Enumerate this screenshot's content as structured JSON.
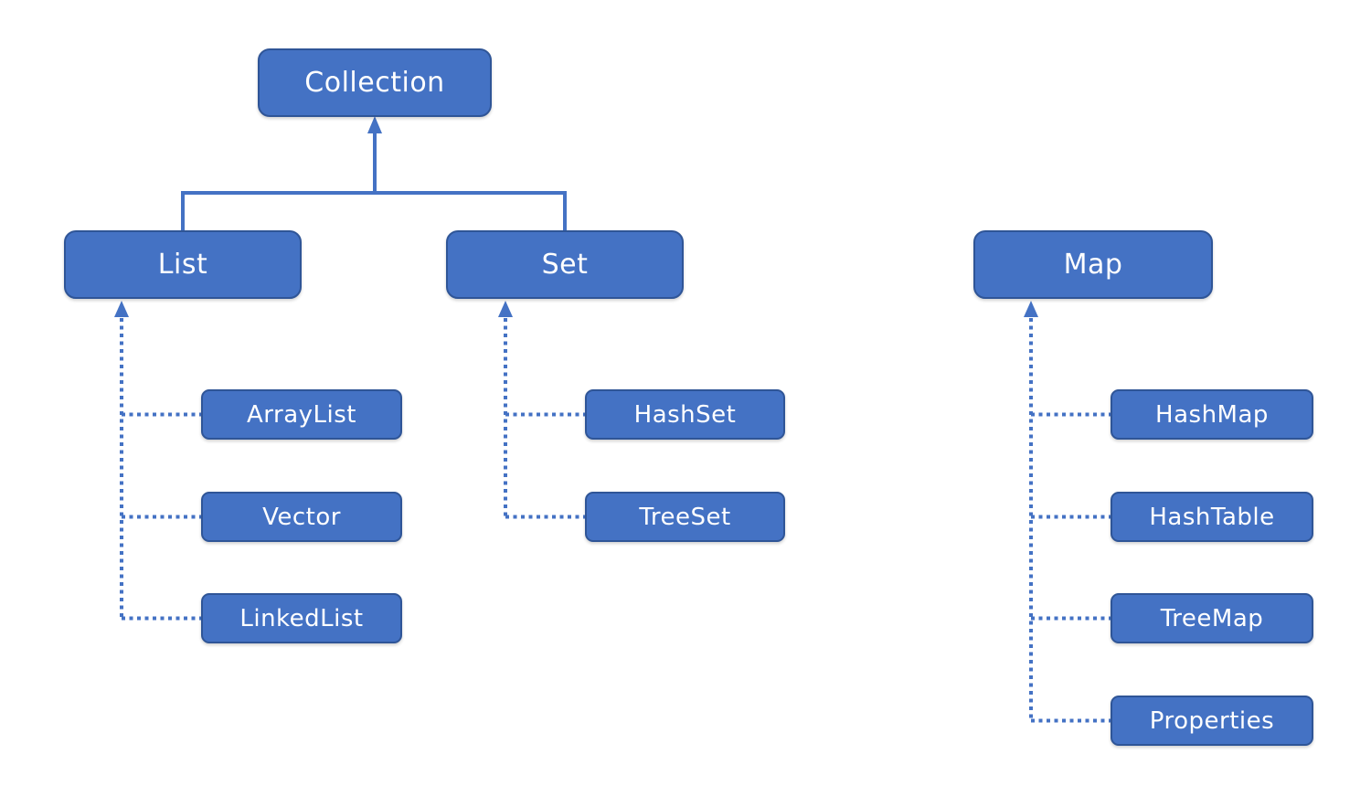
{
  "nodes": {
    "collection": {
      "label": "Collection"
    },
    "list": {
      "label": "List"
    },
    "set": {
      "label": "Set"
    },
    "map": {
      "label": "Map"
    },
    "arraylist": {
      "label": "ArrayList"
    },
    "vector": {
      "label": "Vector"
    },
    "linkedlist": {
      "label": "LinkedList"
    },
    "hashset": {
      "label": "HashSet"
    },
    "treeset": {
      "label": "TreeSet"
    },
    "hashmap": {
      "label": "HashMap"
    },
    "hashtable": {
      "label": "HashTable"
    },
    "treemap": {
      "label": "TreeMap"
    },
    "properties": {
      "label": "Properties"
    }
  },
  "edges": [
    {
      "from": "List",
      "to": "Collection",
      "style": "solid-arrow"
    },
    {
      "from": "Set",
      "to": "Collection",
      "style": "solid-arrow"
    },
    {
      "from": "ArrayList",
      "to": "List",
      "style": "dotted-arrow"
    },
    {
      "from": "Vector",
      "to": "List",
      "style": "dotted-arrow"
    },
    {
      "from": "LinkedList",
      "to": "List",
      "style": "dotted-arrow"
    },
    {
      "from": "HashSet",
      "to": "Set",
      "style": "dotted-arrow"
    },
    {
      "from": "TreeSet",
      "to": "Set",
      "style": "dotted-arrow"
    },
    {
      "from": "HashMap",
      "to": "Map",
      "style": "dotted-arrow"
    },
    {
      "from": "HashTable",
      "to": "Map",
      "style": "dotted-arrow"
    },
    {
      "from": "TreeMap",
      "to": "Map",
      "style": "dotted-arrow"
    },
    {
      "from": "Properties",
      "to": "Map",
      "style": "dotted-arrow"
    }
  ],
  "colors": {
    "node_fill": "#4472C4",
    "node_border": "#2F5597",
    "node_text": "#FFFFFF",
    "connector": "#4472C4",
    "background": "#FFFFFF"
  }
}
